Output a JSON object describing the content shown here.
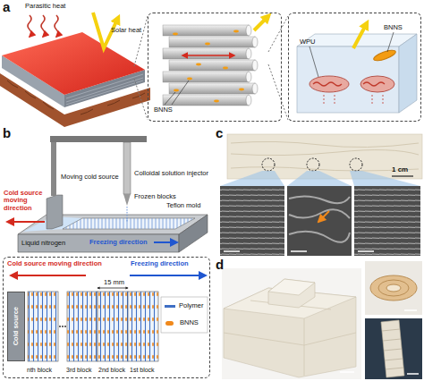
{
  "diagram": {
    "nodes": [
      {
        "text": [
          "BNNS"
        ]
      },
      {
        "text": [
          "WPU",
          "BNNS"
        ]
      },
      {
        "text": [
          "Cold source moving direction",
          "15 mm",
          "Freezing direction",
          "nth block",
          "3rd block",
          "2nd block",
          "1st block"
        ]
      },
      {
        "text": [
          "Cold source"
        ],
        "in": 2
      }
    ],
    "labels": [
      "a",
      "Parasitic heat",
      "Solar heat",
      "b",
      "Moving cold source",
      "Colloidal solution injector",
      "Frozen blocks",
      "Teflon mold",
      "Liquid nitrogen",
      "Cold source moving direction",
      "Freezing direction",
      "c",
      "1 cm",
      "d"
    ],
    "legend": [
      {
        "text": "Polymer",
        "color": "#3f6fc4"
      },
      {
        "text": "BNNS",
        "color": "#f0891c"
      }
    ]
  }
}
